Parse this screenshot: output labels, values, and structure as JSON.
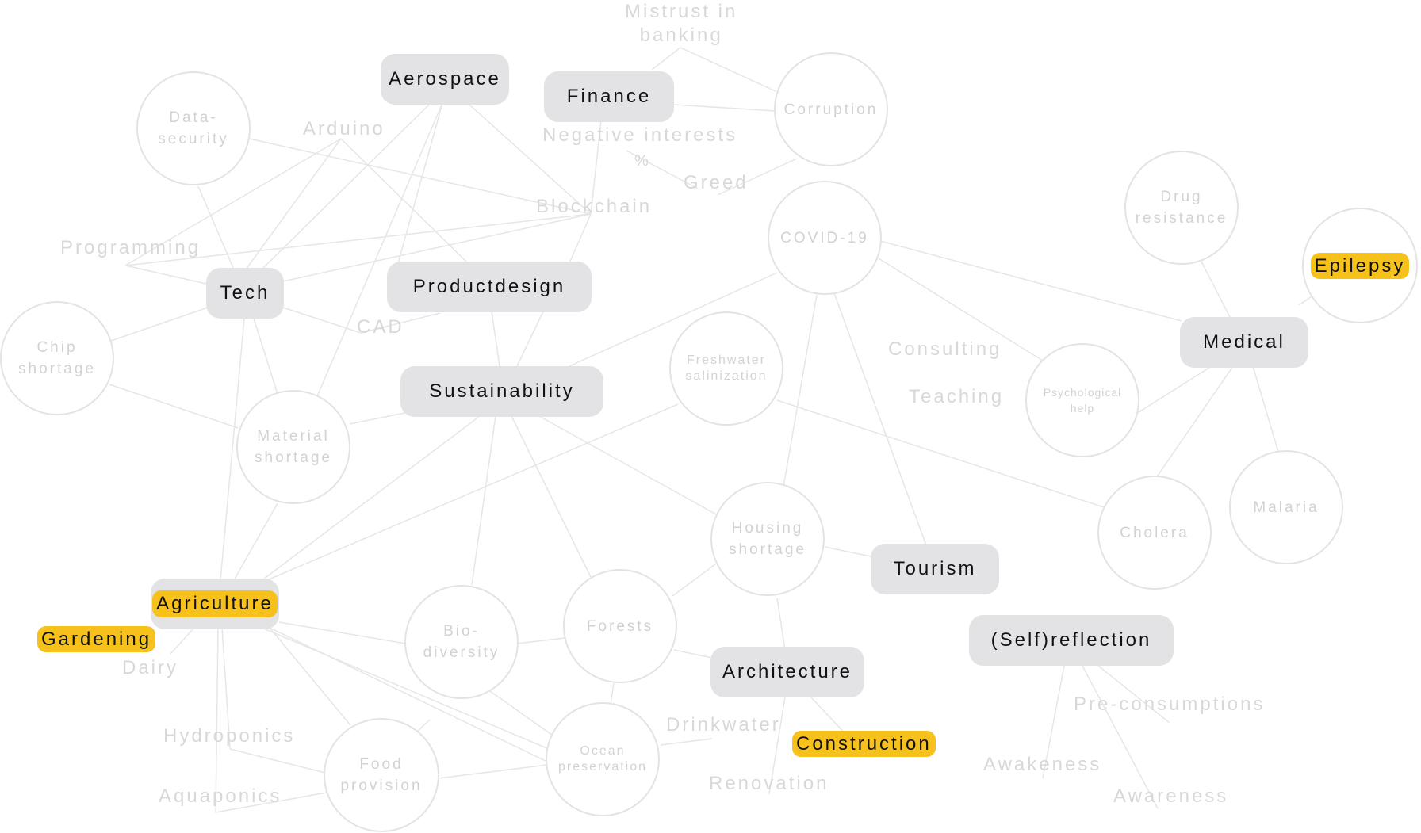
{
  "colors": {
    "box_fill": "#e3e3e5",
    "highlight": "#f5c11a",
    "line": "#e6e6e6",
    "faint_text": "#d2d2d2"
  },
  "boxes": {
    "aerospace": "Aerospace",
    "finance": "Finance",
    "tech": "Tech",
    "productdesign": "Productdesign",
    "sustainability": "Sustainability",
    "medical": "Medical",
    "tourism": "Tourism",
    "agriculture": "Agriculture",
    "architecture": "Architecture",
    "selfreflection": "(Self)reflection"
  },
  "circles": {
    "data_security": "Data-\nsecurity",
    "corruption": "Corruption",
    "covid": "COVID-19",
    "drug_resistance": "Drug\nresistance",
    "epilepsy": "Epilepsy",
    "chip_shortage": "Chip\nshortage",
    "freshwater": "Freshwater\nsalinization",
    "psych_help": "Psychological\nhelp",
    "material_shortage": "Material\nshortage",
    "housing_shortage": "Housing\nshortage",
    "cholera": "Cholera",
    "malaria": "Malaria",
    "biodiversity": "Bio-\ndiversity",
    "forests": "Forests",
    "food_provision": "Food\nprovision",
    "ocean_preservation": "Ocean\npreservation"
  },
  "labels": {
    "mistrust": "Mistrust in\nbanking",
    "arduino": "Arduino",
    "negative_interests": "Negative interests",
    "percent": "%",
    "greed": "Greed",
    "blockchain": "Blockchain",
    "programming": "Programming",
    "cad": "CAD",
    "consulting": "Consulting",
    "teaching": "Teaching",
    "gardening": "Gardening",
    "dairy": "Dairy",
    "hydroponics": "Hydroponics",
    "aquaponics": "Aquaponics",
    "drinkwater": "Drinkwater",
    "construction": "Construction",
    "renovation": "Renovation",
    "pre_consumptions": "Pre-consumptions",
    "awakeness": "Awakeness",
    "awareness": "Awareness"
  }
}
